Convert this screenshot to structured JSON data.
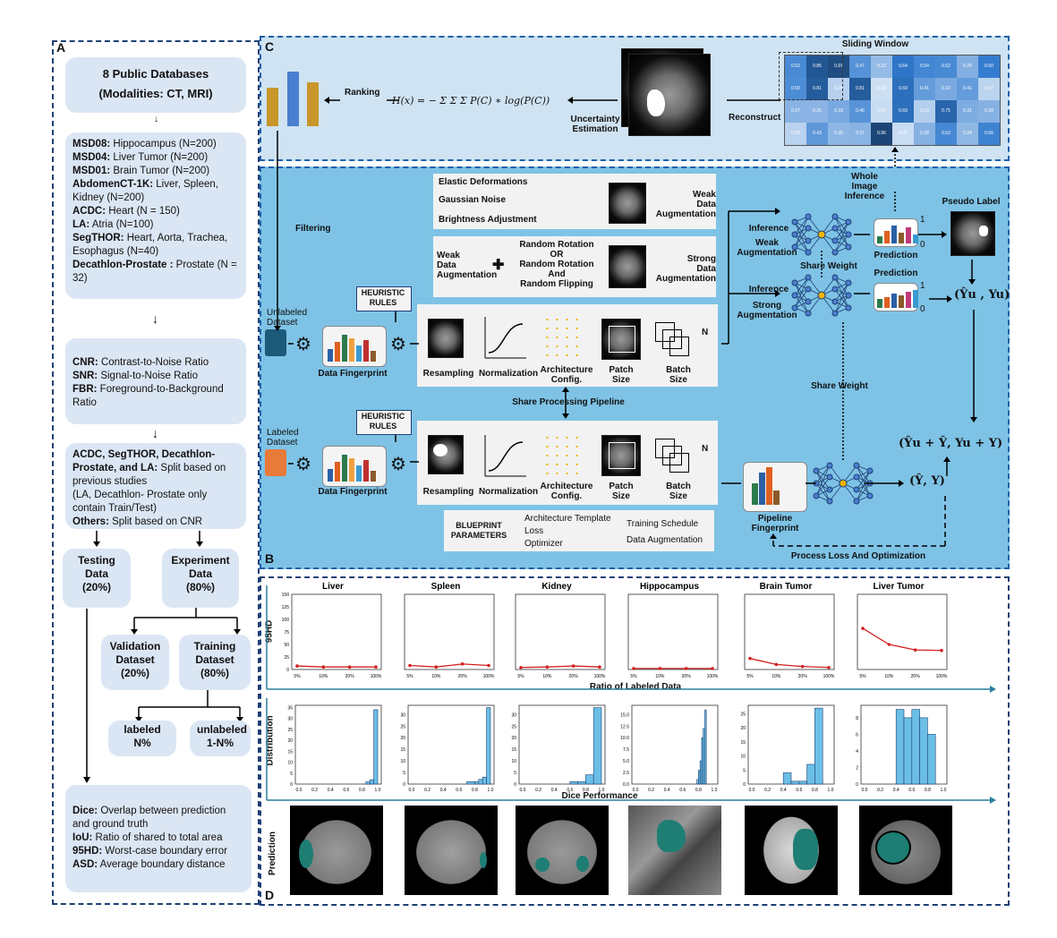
{
  "panelA": {
    "letter": "A",
    "databases_title1": "8 Public Databases",
    "databases_title2": "(Modalities: CT, MRI)",
    "datasets": [
      {
        "name": "MSD08:",
        "desc": " Hippocampus (N=200)"
      },
      {
        "name": "MSD04:",
        "desc": " Liver Tumor (N=200)"
      },
      {
        "name": "MSD01:",
        "desc": " Brain Tumor (N=200)"
      },
      {
        "name": "AbdomenCT-1K:",
        "desc": " Liver, Spleen, Kidney (N=200)"
      },
      {
        "name": "ACDC:",
        "desc": " Heart (N = 150)"
      },
      {
        "name": "LA:",
        "desc": " Atria (N=100)"
      },
      {
        "name": "SegTHOR:",
        "desc": " Heart, Aorta, Trachea, Esophagus (N=40)"
      },
      {
        "name": "Decathlon-Prostate :",
        "desc": " Prostate (N = 32)"
      }
    ],
    "metrics": [
      {
        "name": "CNR:",
        "desc": " Contrast-to-Noise Ratio"
      },
      {
        "name": "SNR:",
        "desc": " Signal-to-Noise Ratio"
      },
      {
        "name": "FBR:",
        "desc": " Foreground-to-Background Ratio"
      }
    ],
    "split_bold": "ACDC, SegTHOR, Decathlon-Prostate, and LA:",
    "split_text": " Split based on previous studies",
    "split_note": "(LA, Decathlon- Prostate only contain Train/Test)",
    "split_others_bold": "Others:",
    "split_others": " Split based on CNR",
    "testing": [
      "Testing",
      "Data",
      "(20%)"
    ],
    "experiment": [
      "Experiment",
      "Data",
      "(80%)"
    ],
    "validation": [
      "Validation",
      "Dataset",
      "(20%)"
    ],
    "training": [
      "Training",
      "Dataset",
      "(80%)"
    ],
    "labeled": [
      "labeled",
      "N%"
    ],
    "unlabeled": [
      "unlabeled",
      "1-N%"
    ],
    "eval": [
      {
        "name": "Dice:",
        "desc": " Overlap between prediction and ground truth"
      },
      {
        "name": "IoU:",
        "desc": " Ratio of shared to total area"
      },
      {
        "name": "95HD:",
        "desc": " Worst-case boundary error"
      },
      {
        "name": "ASD:",
        "desc": " Average boundary distance"
      }
    ]
  },
  "panelC": {
    "letter": "C",
    "ranking": "Ranking",
    "formula": "H(x) = − Σ Σ Σ P(C) ∗ log(P(C))",
    "uncertainty": [
      "Uncertainty",
      "Estimation"
    ],
    "reconstruct": "Reconstruct",
    "sliding_window": "Sliding Window",
    "heatmap": [
      [
        "0.52",
        "0.85",
        "0.91",
        "0.47",
        "0.22",
        "0.64",
        "0.54",
        "0.52",
        "0.29",
        "0.60"
      ],
      [
        "0.50",
        "0.81",
        "0.09",
        "0.81",
        "0.00",
        "0.69",
        "0.41",
        "0.33",
        "0.41",
        "0.07"
      ],
      [
        "0.27",
        "0.26",
        "0.33",
        "0.46",
        "0.02",
        "0.69",
        "0.10",
        "0.75",
        "0.31",
        "0.28"
      ],
      [
        "0.08",
        "0.43",
        "0.25",
        "0.27",
        "0.96",
        "0.02",
        "0.28",
        "0.53",
        "0.24",
        "0.56"
      ]
    ],
    "colors": {
      "bar1": "#c8962a",
      "bar2": "#4a7fd0"
    }
  },
  "panelB": {
    "letter": "B",
    "filtering": "Filtering",
    "weak_aug_list": [
      "Elastic Deformations",
      "Gaussian Noise",
      "Brightness Adjustment"
    ],
    "weak_aug_label": [
      "Weak",
      "Data",
      "Augmentation"
    ],
    "strong_left": [
      "Weak",
      "Data",
      "Augmentation"
    ],
    "strong_mid": [
      "Random Rotation",
      "OR",
      "Random Rotation",
      "And",
      "Random Flipping"
    ],
    "strong_label": [
      "Strong",
      "Data",
      "Augmentation"
    ],
    "unlabeled_dataset": [
      "Unlabeled",
      "Dataset"
    ],
    "labeled_dataset": [
      "Labeled",
      "Dataset"
    ],
    "heuristic": [
      "HEURISTIC",
      "RULES"
    ],
    "data_fingerprint": "Data Fingerprint",
    "pipeline_steps": [
      "Resampling",
      "Normalization",
      "Architecture Config.",
      "Patch Size",
      "Batch Size"
    ],
    "share_pipeline": "Share Processing Pipeline",
    "blueprint": [
      "BLUEPRINT",
      "PARAMETERS"
    ],
    "blueprint_items": [
      "Architecture Template",
      "Loss",
      "Optimizer",
      "Training Schedule",
      "Data Augmentation"
    ],
    "pipeline_fingerprint": [
      "Pipeline",
      "Fingerprint"
    ],
    "inference": "Inference",
    "weak_augmentation": [
      "Weak",
      "Augmentation"
    ],
    "strong_augmentation": [
      "Strong",
      "Augmentation"
    ],
    "share_weight": "Share Weight",
    "prediction": "Prediction",
    "whole_image": [
      "Whole",
      "Image",
      "Inference"
    ],
    "pseudo_label": "Pseudo Label",
    "axis_one": "1",
    "axis_zero": "0",
    "process_loss": "Process Loss And Optimization",
    "n_label": "N",
    "pair_u": "(Ŷu , Yu)",
    "pair_l": "(Ŷ, Y)",
    "pair_sum": "(Ŷu + Ŷ, Yu + Y)"
  },
  "panelD": {
    "letter": "D",
    "ylabels": [
      "95HD",
      "Distribution",
      "Prediction"
    ],
    "xlabel_top": "Ratio of Labeled Data",
    "xlabel_mid": "Dice Performance",
    "organs": [
      "Liver",
      "Spleen",
      "Kidney",
      "Hippocampus",
      "Brain Tumor",
      "Liver Tumor"
    ]
  },
  "chart_data": [
    {
      "type": "line",
      "ylabel": "95HD",
      "xlabel": "Ratio of Labeled Data",
      "categories": [
        "5%",
        "10%",
        "20%",
        "100%"
      ],
      "ylim": [
        0,
        150
      ],
      "yticks": [
        "0",
        "25",
        "50",
        "75",
        "100",
        "125",
        "150"
      ],
      "series": [
        {
          "name": "Liver",
          "values": [
            7,
            5,
            5,
            5
          ]
        },
        {
          "name": "Spleen",
          "values": [
            8,
            5,
            11,
            8
          ]
        },
        {
          "name": "Kidney",
          "values": [
            4,
            5,
            7,
            5
          ]
        },
        {
          "name": "Hippocampus",
          "values": [
            2,
            2,
            2,
            2
          ]
        },
        {
          "name": "Brain Tumor",
          "values": [
            22,
            10,
            6,
            4
          ]
        },
        {
          "name": "Liver Tumor",
          "values": [
            82,
            50,
            39,
            38
          ]
        }
      ]
    },
    {
      "type": "bar",
      "ylabel": "Distribution",
      "xlabel": "Dice Performance",
      "xticks": [
        "0.0",
        "0.2",
        "0.4",
        "0.6",
        "0.8",
        "1.0"
      ],
      "series": [
        {
          "name": "Liver",
          "bins": [
            [
              0.85,
              0.9,
              1
            ],
            [
              0.9,
              0.95,
              2
            ],
            [
              0.95,
              1.0,
              34
            ]
          ],
          "yticks": [
            "0",
            "5",
            "10",
            "15",
            "20",
            "25",
            "30",
            "35"
          ],
          "ymax": 36
        },
        {
          "name": "Spleen",
          "bins": [
            [
              0.7,
              0.8,
              1
            ],
            [
              0.8,
              0.85,
              1
            ],
            [
              0.85,
              0.9,
              2
            ],
            [
              0.9,
              0.95,
              3
            ],
            [
              0.95,
              1.0,
              33
            ]
          ],
          "yticks": [
            "0",
            "5",
            "10",
            "15",
            "20",
            "25",
            "30"
          ],
          "ymax": 34
        },
        {
          "name": "Kidney",
          "bins": [
            [
              0.6,
              0.7,
              1
            ],
            [
              0.7,
              0.8,
              1
            ],
            [
              0.8,
              0.9,
              4
            ],
            [
              0.9,
              1.0,
              33
            ]
          ],
          "yticks": [
            "0",
            "5",
            "10",
            "15",
            "20",
            "25",
            "30"
          ],
          "ymax": 34
        },
        {
          "name": "Hippocampus",
          "bins": [
            [
              0.78,
              0.8,
              1
            ],
            [
              0.8,
              0.82,
              3
            ],
            [
              0.82,
              0.84,
              5
            ],
            [
              0.84,
              0.86,
              10
            ],
            [
              0.86,
              0.88,
              12
            ],
            [
              0.88,
              0.9,
              16
            ]
          ],
          "yticks": [
            "0.0",
            "2.5",
            "5.0",
            "7.5",
            "10.0",
            "12.5",
            "15.0"
          ],
          "ymax": 17
        },
        {
          "name": "Brain Tumor",
          "bins": [
            [
              0.4,
              0.5,
              4
            ],
            [
              0.5,
              0.6,
              1
            ],
            [
              0.6,
              0.7,
              1
            ],
            [
              0.7,
              0.8,
              7
            ],
            [
              0.8,
              0.9,
              27
            ]
          ],
          "yticks": [
            "0",
            "5",
            "10",
            "15",
            "20",
            "25"
          ],
          "ymax": 28
        },
        {
          "name": "Liver Tumor",
          "bins": [
            [
              0.4,
              0.5,
              9
            ],
            [
              0.5,
              0.6,
              8
            ],
            [
              0.6,
              0.7,
              9
            ],
            [
              0.7,
              0.8,
              8
            ],
            [
              0.8,
              0.9,
              6
            ]
          ],
          "yticks": [
            "0",
            "2",
            "4",
            "6",
            "8"
          ],
          "ymax": 9.5
        }
      ]
    }
  ]
}
